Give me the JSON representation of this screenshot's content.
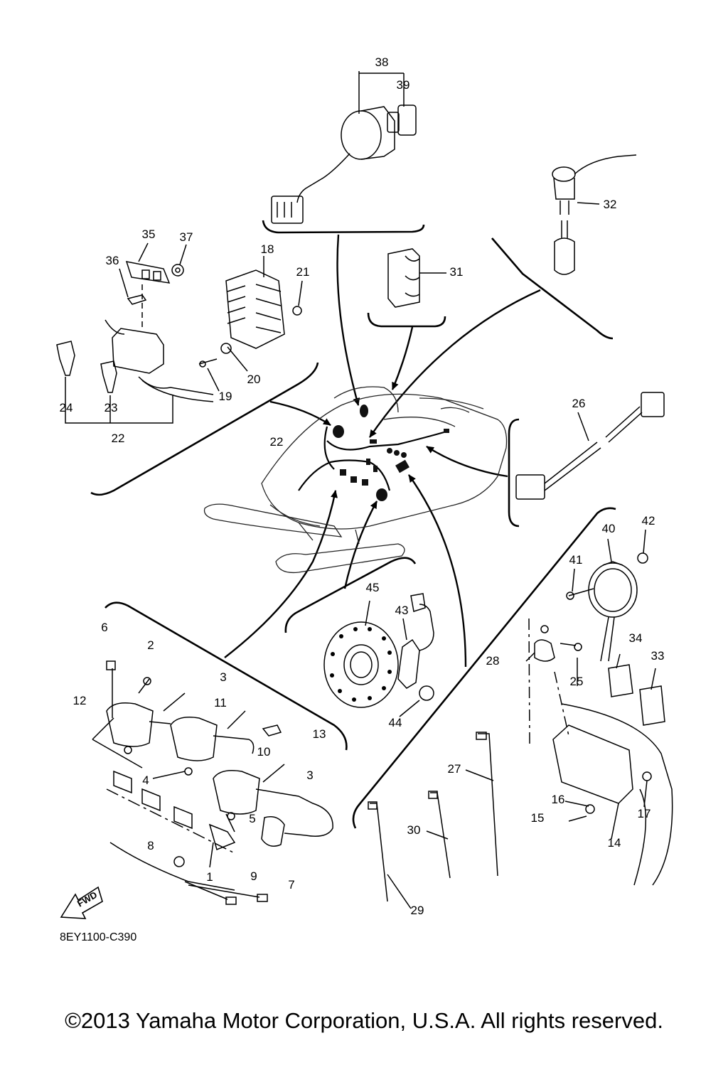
{
  "diagram": {
    "fwd_label": "FWD",
    "part_code": "8EY1100-C390",
    "copyright": "©2013 Yamaha Motor Corporation, U.S.A. All rights reserved.",
    "callouts": [
      {
        "id": "1",
        "label": "1"
      },
      {
        "id": "2",
        "label": "2"
      },
      {
        "id": "3a",
        "label": "3"
      },
      {
        "id": "3b",
        "label": "3"
      },
      {
        "id": "4",
        "label": "4"
      },
      {
        "id": "5",
        "label": "5"
      },
      {
        "id": "6",
        "label": "6"
      },
      {
        "id": "7",
        "label": "7"
      },
      {
        "id": "8",
        "label": "8"
      },
      {
        "id": "9",
        "label": "9"
      },
      {
        "id": "10",
        "label": "10"
      },
      {
        "id": "11",
        "label": "11"
      },
      {
        "id": "12",
        "label": "12"
      },
      {
        "id": "13",
        "label": "13"
      },
      {
        "id": "14",
        "label": "14"
      },
      {
        "id": "15",
        "label": "15"
      },
      {
        "id": "16",
        "label": "16"
      },
      {
        "id": "17",
        "label": "17"
      },
      {
        "id": "18",
        "label": "18"
      },
      {
        "id": "19",
        "label": "19"
      },
      {
        "id": "20",
        "label": "20"
      },
      {
        "id": "21",
        "label": "21"
      },
      {
        "id": "22a",
        "label": "22"
      },
      {
        "id": "22b",
        "label": "22"
      },
      {
        "id": "23",
        "label": "23"
      },
      {
        "id": "24",
        "label": "24"
      },
      {
        "id": "25",
        "label": "25"
      },
      {
        "id": "26",
        "label": "26"
      },
      {
        "id": "27",
        "label": "27"
      },
      {
        "id": "28",
        "label": "28"
      },
      {
        "id": "29",
        "label": "29"
      },
      {
        "id": "30",
        "label": "30"
      },
      {
        "id": "31",
        "label": "31"
      },
      {
        "id": "32",
        "label": "32"
      },
      {
        "id": "33",
        "label": "33"
      },
      {
        "id": "34",
        "label": "34"
      },
      {
        "id": "35",
        "label": "35"
      },
      {
        "id": "36",
        "label": "36"
      },
      {
        "id": "37",
        "label": "37"
      },
      {
        "id": "38",
        "label": "38"
      },
      {
        "id": "39",
        "label": "39"
      },
      {
        "id": "40",
        "label": "40"
      },
      {
        "id": "41",
        "label": "41"
      },
      {
        "id": "42",
        "label": "42"
      },
      {
        "id": "43",
        "label": "43"
      },
      {
        "id": "44",
        "label": "44"
      },
      {
        "id": "45",
        "label": "45"
      }
    ]
  }
}
